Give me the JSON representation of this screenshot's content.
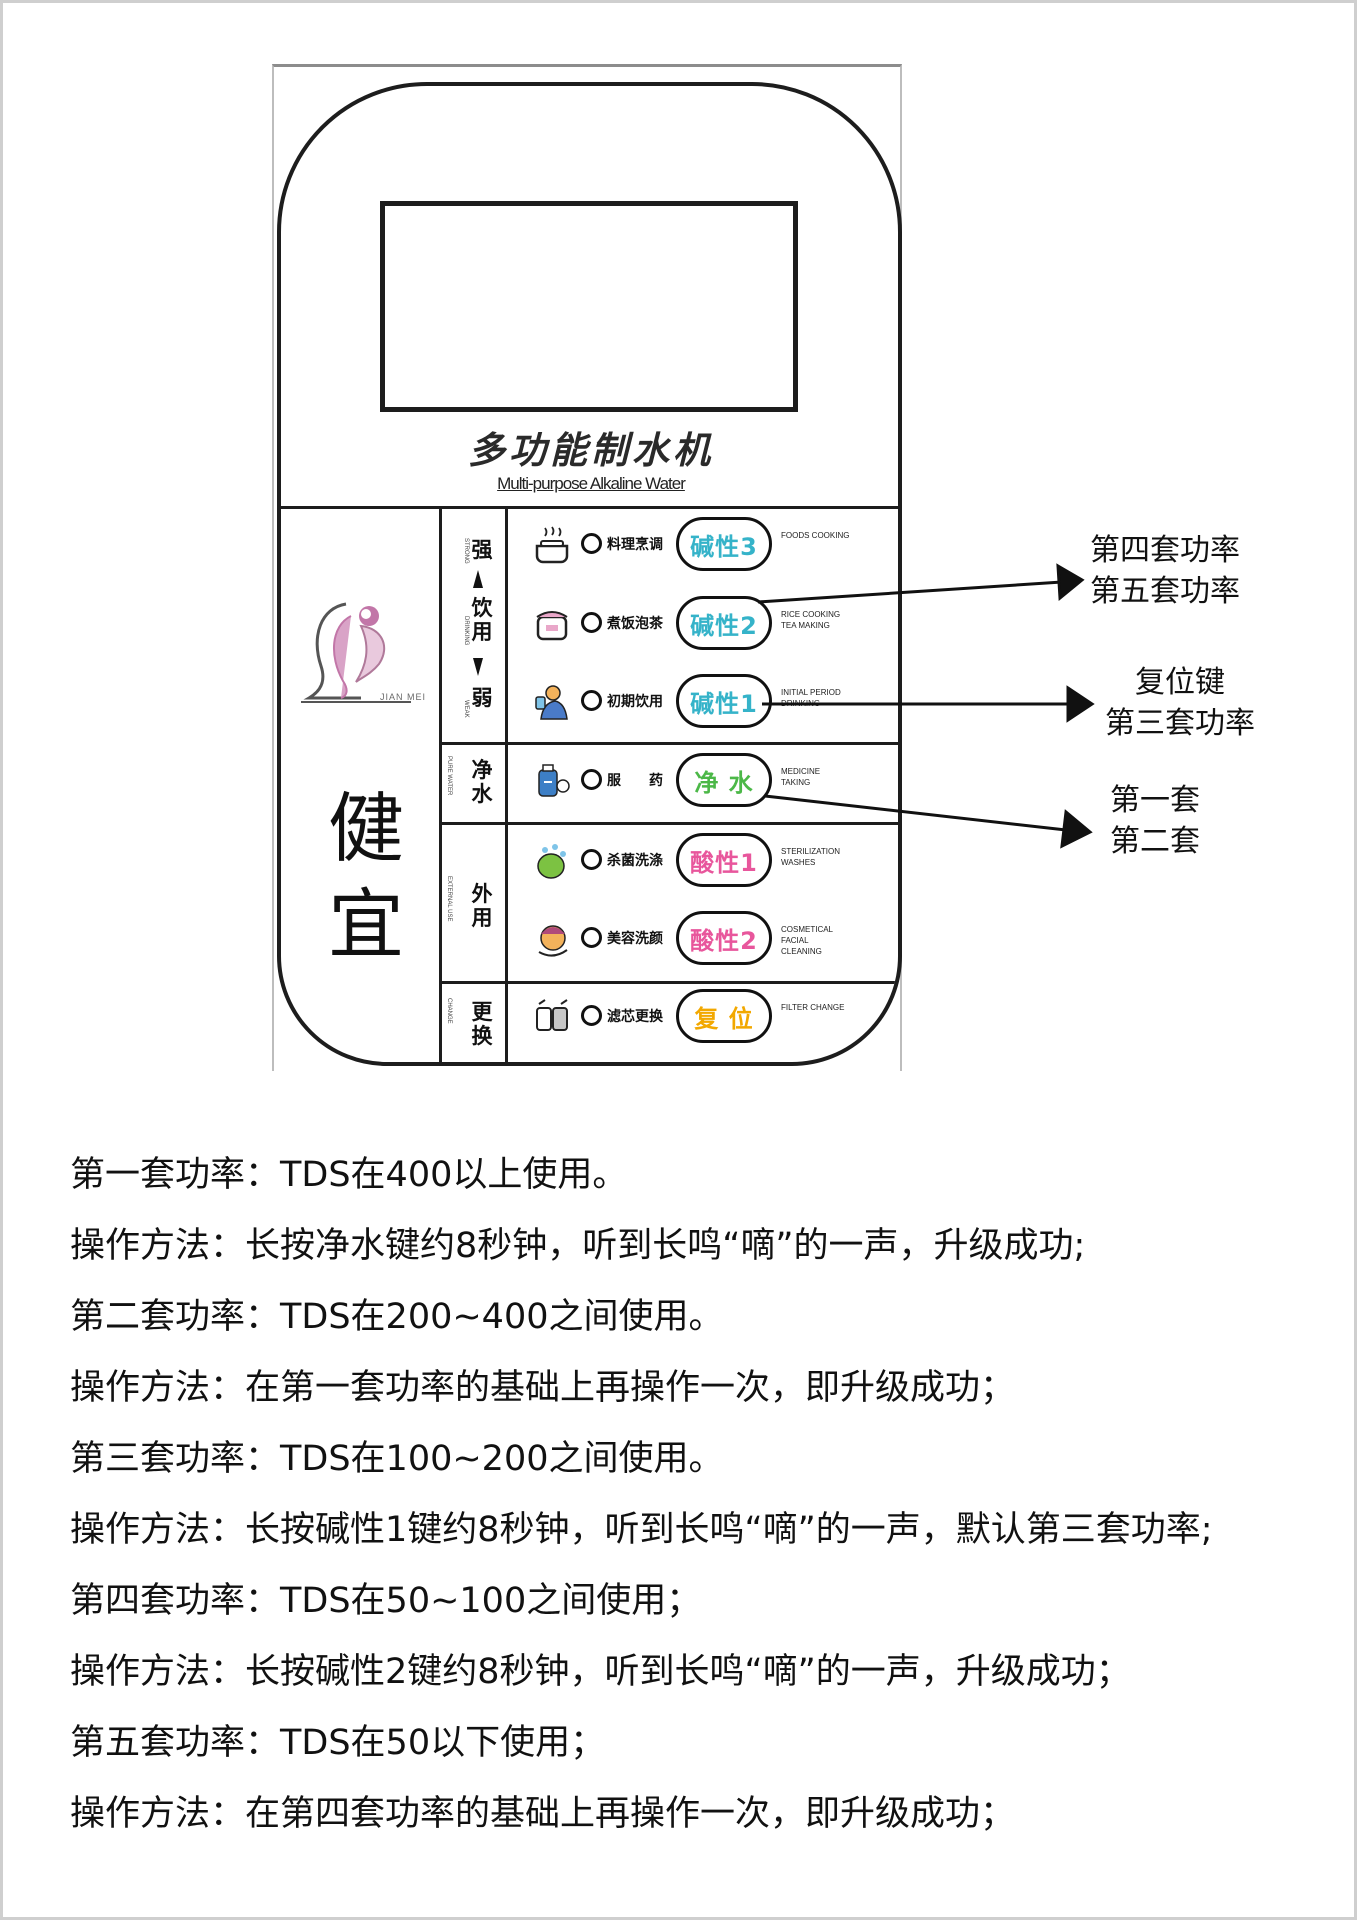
{
  "panel": {
    "brand_cn": "多功能制水机",
    "brand_en": "Multi-purpose Alkaline Water",
    "logo_caption": "JIAN MEI",
    "brand_big": [
      "健",
      "宜"
    ],
    "groups": {
      "drinking": {
        "strong": "强",
        "label": [
          "饮",
          "用"
        ],
        "weak": "弱",
        "en_strong": "STRONG",
        "en_mid": "DRINKING",
        "en_weak": "WEAK"
      },
      "pure": {
        "label": [
          "净",
          "水"
        ],
        "en": "PURE WATER"
      },
      "external": {
        "label": [
          "外",
          "用"
        ],
        "en": "EXTERNAL USE"
      },
      "change": {
        "label": [
          "更",
          "换"
        ],
        "en": "CHANGE"
      }
    },
    "rows": [
      {
        "icon": "pot-icon",
        "text": "料理烹调",
        "button": "碱性3",
        "color": "#35b3c9",
        "en": "FOODS COOKING"
      },
      {
        "icon": "rice-cooker-icon",
        "text": "煮饭泡茶",
        "button": "碱性2",
        "color": "#35b3c9",
        "en": "RICE COOKING TEA MAKING"
      },
      {
        "icon": "drinking-person-icon",
        "text": "初期饮用",
        "button": "碱性1",
        "color": "#35b3c9",
        "en": "INITIAL PERIOD DRINKING"
      },
      {
        "icon": "medicine-icon",
        "text": "服　　药",
        "button": "净 水",
        "color": "#4cb848",
        "en": "MEDICINE TAKING"
      },
      {
        "icon": "sterilize-icon",
        "text": "杀菌洗涤",
        "button": "酸性1",
        "color": "#e8569c",
        "en": "STERILIZATION WASHES"
      },
      {
        "icon": "face-wash-icon",
        "text": "美容洗颜",
        "button": "酸性2",
        "color": "#e8569c",
        "en": "COSMETICAL FACIAL CLEANING"
      },
      {
        "icon": "filter-icon",
        "text": "滤芯更换",
        "button": "复 位",
        "color": "#f2a800",
        "en": "FILTER CHANGE"
      }
    ]
  },
  "callouts": [
    {
      "lines": [
        "第四套功率",
        "第五套功率"
      ]
    },
    {
      "lines": [
        "复位键",
        "第三套功率"
      ]
    },
    {
      "lines": [
        "第一套",
        "第二套"
      ]
    }
  ],
  "instructions": [
    "第一套功率：TDS在400以上使用。",
    "操作方法：长按净水键约8秒钟，听到长鸣“嘀”的一声，升级成功;",
    "第二套功率：TDS在200~400之间使用。",
    "操作方法：在第一套功率的基础上再操作一次，即升级成功；",
    "第三套功率：TDS在100~200之间使用。",
    "操作方法：长按碱性1键约8秒钟，听到长鸣“嘀”的一声，默认第三套功率;",
    "第四套功率：TDS在50~100之间使用；",
    "操作方法：长按碱性2键约8秒钟，听到长鸣“嘀”的一声，升级成功；",
    "第五套功率：TDS在50以下使用；",
    "操作方法：在第四套功率的基础上再操作一次，即升级成功；"
  ]
}
